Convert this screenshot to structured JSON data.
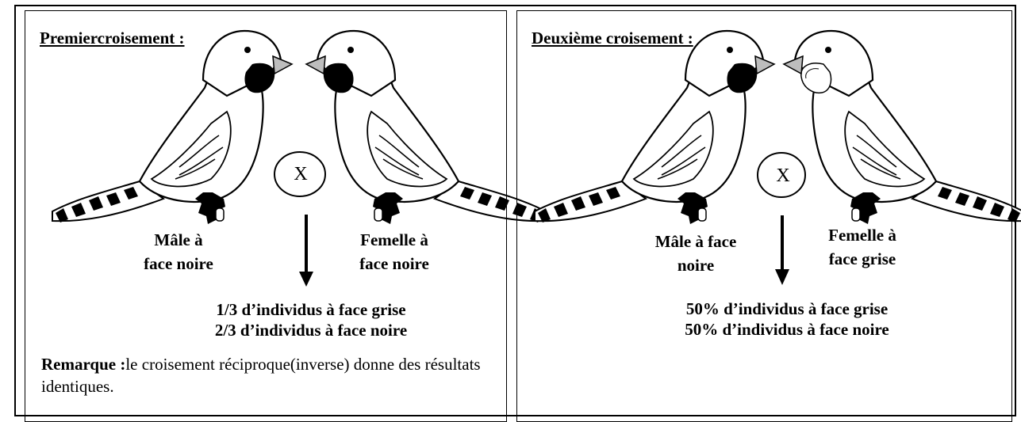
{
  "panel1": {
    "title": "Premiercroisement :",
    "male_label_l1": "Mâle à",
    "male_label_l2": "face noire",
    "female_label_l1": "Femelle à",
    "female_label_l2": "face noire",
    "cross_symbol": "X",
    "result_l1": "1/3 d’individus à face grise",
    "result_l2": "2/3 d’individus à face noire",
    "remark_bold": "Remarque :",
    "remark_text": "le croisement réciproque(inverse) donne des résultats identiques."
  },
  "panel2": {
    "title": "Deuxième croisement :",
    "male_label_l1": "Mâle à face",
    "male_label_l2": "noire",
    "female_label_l1": "Femelle à",
    "female_label_l2": "face grise",
    "cross_symbol": "X",
    "result_l1": "50% d’individus à face grise",
    "result_l2": "50% d’individus à face noire"
  },
  "colors": {
    "beak": "#bdbdbd",
    "ink": "#000000",
    "body": "#ffffff"
  }
}
